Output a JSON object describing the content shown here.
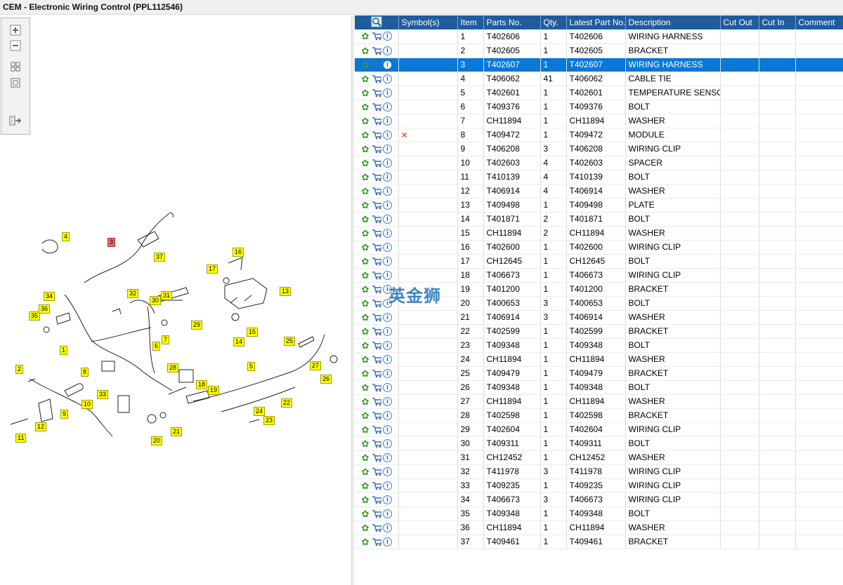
{
  "window": {
    "title": "CEM - Electronic Wiring Control (PPL112546)"
  },
  "toolbar": {
    "buttons": [
      "zoom-in",
      "zoom-out",
      "fit-page",
      "actual-size",
      "export"
    ]
  },
  "diagram": {
    "callouts": [
      {
        "label": "1"
      },
      {
        "label": "2"
      },
      {
        "label": "3",
        "selected": true
      },
      {
        "label": "4"
      },
      {
        "label": "5"
      },
      {
        "label": "6"
      },
      {
        "label": "7"
      },
      {
        "label": "8"
      },
      {
        "label": "9"
      },
      {
        "label": "10"
      },
      {
        "label": "11"
      },
      {
        "label": "12"
      },
      {
        "label": "13"
      },
      {
        "label": "14"
      },
      {
        "label": "15"
      },
      {
        "label": "16"
      },
      {
        "label": "17"
      },
      {
        "label": "18"
      },
      {
        "label": "19"
      },
      {
        "label": "20"
      },
      {
        "label": "21"
      },
      {
        "label": "22"
      },
      {
        "label": "23"
      },
      {
        "label": "24"
      },
      {
        "label": "25"
      },
      {
        "label": "26"
      },
      {
        "label": "27"
      },
      {
        "label": "28"
      },
      {
        "label": "29"
      },
      {
        "label": "30"
      },
      {
        "label": "31"
      },
      {
        "label": "32"
      },
      {
        "label": "33"
      },
      {
        "label": "34"
      },
      {
        "label": "35"
      },
      {
        "label": "36"
      },
      {
        "label": "37"
      }
    ]
  },
  "table": {
    "columns": [
      "",
      "Symbol(s)",
      "Item",
      "Parts No.",
      "Qty.",
      "Latest Part No.",
      "Description",
      "Cut Out",
      "Cut In",
      "Comment"
    ],
    "selected_item": "3",
    "rows": [
      {
        "item": "1",
        "part": "T402606",
        "qty": "1",
        "latest": "T402606",
        "desc": "WIRING HARNESS",
        "symbol": ""
      },
      {
        "item": "2",
        "part": "T402605",
        "qty": "1",
        "latest": "T402605",
        "desc": "BRACKET",
        "symbol": ""
      },
      {
        "item": "3",
        "part": "T402607",
        "qty": "1",
        "latest": "T402607",
        "desc": "WIRING HARNESS",
        "symbol": ""
      },
      {
        "item": "4",
        "part": "T406062",
        "qty": "41",
        "latest": "T406062",
        "desc": "CABLE TIE",
        "symbol": ""
      },
      {
        "item": "5",
        "part": "T402601",
        "qty": "1",
        "latest": "T402601",
        "desc": "TEMPERATURE SENSOR",
        "symbol": ""
      },
      {
        "item": "6",
        "part": "T409376",
        "qty": "1",
        "latest": "T409376",
        "desc": "BOLT",
        "symbol": ""
      },
      {
        "item": "7",
        "part": "CH11894",
        "qty": "1",
        "latest": "CH11894",
        "desc": "WASHER",
        "symbol": ""
      },
      {
        "item": "8",
        "part": "T409472",
        "qty": "1",
        "latest": "T409472",
        "desc": "MODULE",
        "symbol": "×"
      },
      {
        "item": "9",
        "part": "T406208",
        "qty": "3",
        "latest": "T406208",
        "desc": "WIRING CLIP",
        "symbol": ""
      },
      {
        "item": "10",
        "part": "T402603",
        "qty": "4",
        "latest": "T402603",
        "desc": "SPACER",
        "symbol": ""
      },
      {
        "item": "11",
        "part": "T410139",
        "qty": "4",
        "latest": "T410139",
        "desc": "BOLT",
        "symbol": ""
      },
      {
        "item": "12",
        "part": "T406914",
        "qty": "4",
        "latest": "T406914",
        "desc": "WASHER",
        "symbol": ""
      },
      {
        "item": "13",
        "part": "T409498",
        "qty": "1",
        "latest": "T409498",
        "desc": "PLATE",
        "symbol": ""
      },
      {
        "item": "14",
        "part": "T401871",
        "qty": "2",
        "latest": "T401871",
        "desc": "BOLT",
        "symbol": ""
      },
      {
        "item": "15",
        "part": "CH11894",
        "qty": "2",
        "latest": "CH11894",
        "desc": "WASHER",
        "symbol": ""
      },
      {
        "item": "16",
        "part": "T402600",
        "qty": "1",
        "latest": "T402600",
        "desc": "WIRING CLIP",
        "symbol": ""
      },
      {
        "item": "17",
        "part": "CH12645",
        "qty": "1",
        "latest": "CH12645",
        "desc": "BOLT",
        "symbol": ""
      },
      {
        "item": "18",
        "part": "T406673",
        "qty": "1",
        "latest": "T406673",
        "desc": "WIRING CLIP",
        "symbol": ""
      },
      {
        "item": "19",
        "part": "T401200",
        "qty": "1",
        "latest": "T401200",
        "desc": "BRACKET",
        "symbol": ""
      },
      {
        "item": "20",
        "part": "T400653",
        "qty": "3",
        "latest": "T400653",
        "desc": "BOLT",
        "symbol": ""
      },
      {
        "item": "21",
        "part": "T406914",
        "qty": "3",
        "latest": "T406914",
        "desc": "WASHER",
        "symbol": ""
      },
      {
        "item": "22",
        "part": "T402599",
        "qty": "1",
        "latest": "T402599",
        "desc": "BRACKET",
        "symbol": ""
      },
      {
        "item": "23",
        "part": "T409348",
        "qty": "1",
        "latest": "T409348",
        "desc": "BOLT",
        "symbol": ""
      },
      {
        "item": "24",
        "part": "CH11894",
        "qty": "1",
        "latest": "CH11894",
        "desc": "WASHER",
        "symbol": ""
      },
      {
        "item": "25",
        "part": "T409479",
        "qty": "1",
        "latest": "T409479",
        "desc": "BRACKET",
        "symbol": ""
      },
      {
        "item": "26",
        "part": "T409348",
        "qty": "1",
        "latest": "T409348",
        "desc": "BOLT",
        "symbol": ""
      },
      {
        "item": "27",
        "part": "CH11894",
        "qty": "1",
        "latest": "CH11894",
        "desc": "WASHER",
        "symbol": ""
      },
      {
        "item": "28",
        "part": "T402598",
        "qty": "1",
        "latest": "T402598",
        "desc": "BRACKET",
        "symbol": ""
      },
      {
        "item": "29",
        "part": "T402604",
        "qty": "1",
        "latest": "T402604",
        "desc": "WIRING CLIP",
        "symbol": ""
      },
      {
        "item": "30",
        "part": "T409311",
        "qty": "1",
        "latest": "T409311",
        "desc": "BOLT",
        "symbol": ""
      },
      {
        "item": "31",
        "part": "CH12452",
        "qty": "1",
        "latest": "CH12452",
        "desc": "WASHER",
        "symbol": ""
      },
      {
        "item": "32",
        "part": "T411978",
        "qty": "3",
        "latest": "T411978",
        "desc": "WIRING CLIP",
        "symbol": ""
      },
      {
        "item": "33",
        "part": "T409235",
        "qty": "1",
        "latest": "T409235",
        "desc": "WIRING CLIP",
        "symbol": ""
      },
      {
        "item": "34",
        "part": "T406673",
        "qty": "3",
        "latest": "T406673",
        "desc": "WIRING CLIP",
        "symbol": ""
      },
      {
        "item": "35",
        "part": "T409348",
        "qty": "1",
        "latest": "T409348",
        "desc": "BOLT",
        "symbol": ""
      },
      {
        "item": "36",
        "part": "CH11894",
        "qty": "1",
        "latest": "CH11894",
        "desc": "WASHER",
        "symbol": ""
      },
      {
        "item": "37",
        "part": "T409461",
        "qty": "1",
        "latest": "T409461",
        "desc": "BRACKET",
        "symbol": ""
      }
    ]
  },
  "watermark": "英金狮",
  "colors": {
    "header_bg": "#1f5c9e",
    "selected_row": "#0a78d7",
    "callout": "#ffff00",
    "callout_selected": "#ee6a6a"
  }
}
